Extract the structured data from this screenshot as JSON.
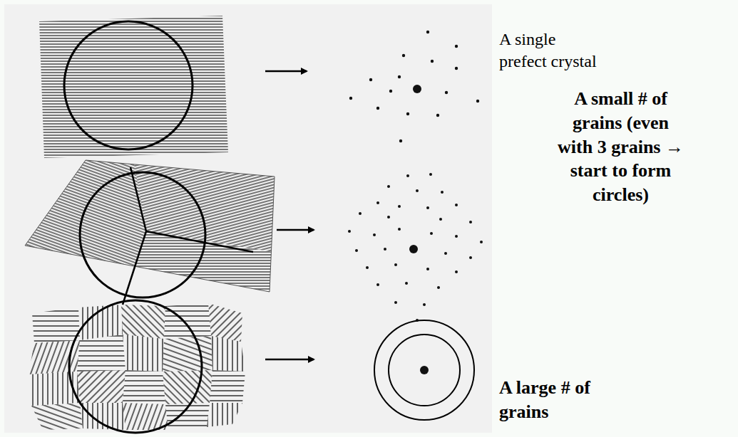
{
  "diagram": {
    "labels": [
      "A single prefect crystal",
      "A small # of grains (even with 3 grains → start to form circles)",
      "A large # of grains"
    ]
  }
}
